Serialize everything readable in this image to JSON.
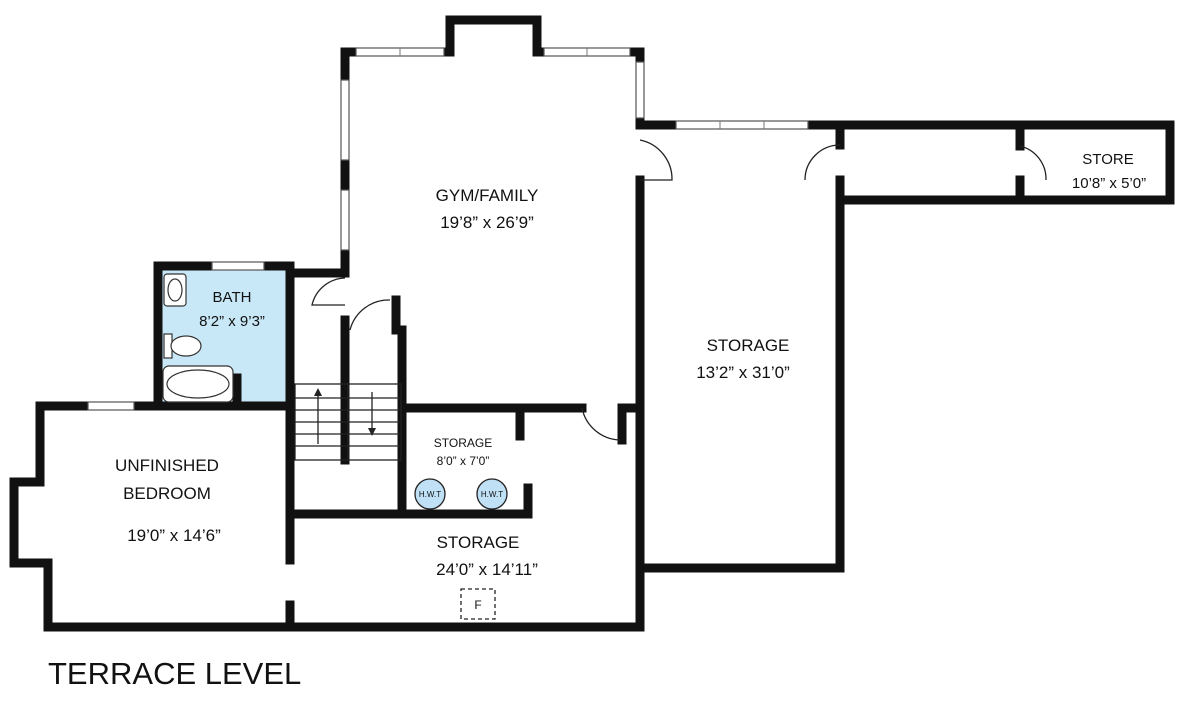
{
  "plan_title": "TERRACE LEVEL",
  "colors": {
    "wall": "#111111",
    "bath_fill": "#c9e8f7",
    "hwt_fill": "#bfe0f5",
    "background": "#ffffff"
  },
  "rooms": {
    "gym_family": {
      "name": "GYM/FAMILY",
      "dims": "19’8” x 26’9”"
    },
    "bath": {
      "name": "BATH",
      "dims": "8’2” x 9’3”"
    },
    "storage_large": {
      "name": "STORAGE",
      "dims": "13’2” x 31’0”"
    },
    "store": {
      "name": "STORE",
      "dims": "10’8” x 5’0”"
    },
    "storage_small": {
      "name": "STORAGE",
      "dims": "8’0” x 7’0”"
    },
    "unfinished_bedroom": {
      "name_line1": "UNFINISHED",
      "name_line2": "BEDROOM",
      "dims": "19’0” x 14’6”"
    },
    "storage_bottom": {
      "name": "STORAGE",
      "dims": "24’0” x 14’11”"
    }
  },
  "fixtures": {
    "hwt_label": "H.W.T",
    "furnace_label": "F"
  }
}
